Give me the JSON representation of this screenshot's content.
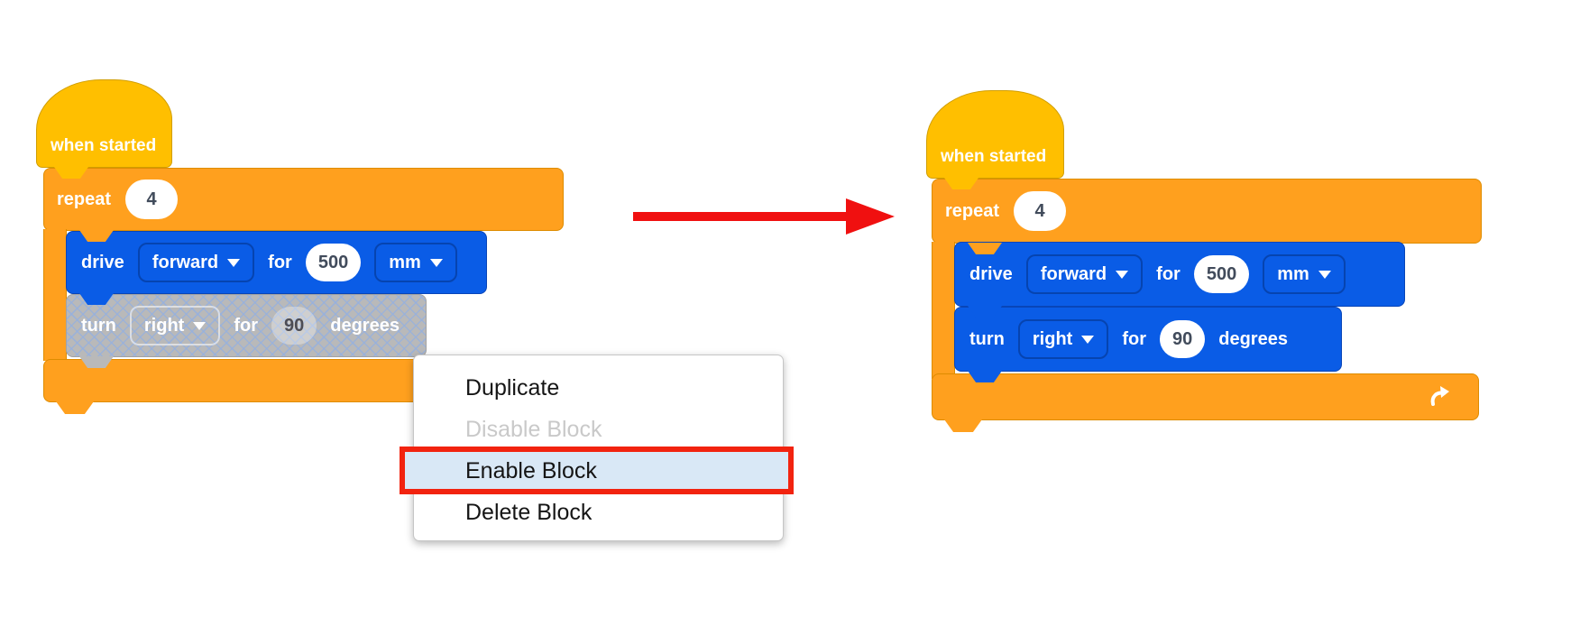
{
  "left_stack": {
    "hat_label": "when started",
    "repeat": {
      "label": "repeat",
      "count": "4"
    },
    "drive_block": {
      "verb": "drive",
      "direction": "forward",
      "preposition": "for",
      "distance": "500",
      "unit": "mm",
      "state": "enabled"
    },
    "turn_block": {
      "verb": "turn",
      "direction": "right",
      "preposition": "for",
      "angle": "90",
      "unit": "degrees",
      "state": "disabled"
    }
  },
  "right_stack": {
    "hat_label": "when started",
    "repeat": {
      "label": "repeat",
      "count": "4"
    },
    "drive_block": {
      "verb": "drive",
      "direction": "forward",
      "preposition": "for",
      "distance": "500",
      "unit": "mm",
      "state": "enabled"
    },
    "turn_block": {
      "verb": "turn",
      "direction": "right",
      "preposition": "for",
      "angle": "90",
      "unit": "degrees",
      "state": "enabled"
    }
  },
  "context_menu": {
    "items": [
      {
        "label": "Duplicate",
        "state": "normal"
      },
      {
        "label": "Disable Block",
        "state": "disabled"
      },
      {
        "label": "Enable Block",
        "state": "selected"
      },
      {
        "label": "Delete Block",
        "state": "normal"
      }
    ]
  },
  "icons": {
    "dropdown_arrow": "triangle-down",
    "repeat_loop": "curved-arrow",
    "transition_arrow": "red-right-arrow"
  },
  "colors": {
    "hat_yellow": "#FFBF00",
    "control_orange": "#FFA01E",
    "drivetrain_blue": "#0A5CE6",
    "disabled_gray": "#B9B9B9",
    "crosshatch_line": "#94B0E0",
    "menu_highlight_bg": "#D9E8F6",
    "annotation_red_border": "#F2230F",
    "arrow_red": "#F01010",
    "number_text": "#414B5B"
  }
}
